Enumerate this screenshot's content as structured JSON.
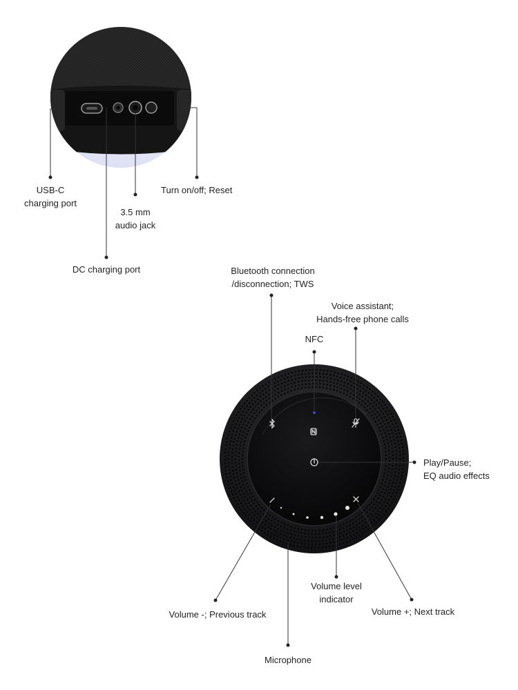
{
  "callouts": {
    "usb_c": {
      "lines": [
        "USB-C",
        "charging port"
      ]
    },
    "dc_port": {
      "lines": [
        "DC charging port"
      ]
    },
    "audio_jack": {
      "lines": [
        "3.5 mm",
        "audio jack"
      ]
    },
    "power": {
      "lines": [
        "Turn on/off; Reset"
      ]
    },
    "bluetooth": {
      "lines": [
        "Bluetooth connection",
        "/disconnection; TWS"
      ]
    },
    "voice": {
      "lines": [
        "Voice assistant;",
        "Hands-free phone calls"
      ]
    },
    "nfc": {
      "lines": [
        "NFC"
      ]
    },
    "play": {
      "lines": [
        "Play/Pause;",
        "EQ audio effects"
      ]
    },
    "volume_level": {
      "lines": [
        "Volume level",
        "indicator"
      ]
    },
    "volume_minus": {
      "lines": [
        "Volume -; Previous track"
      ]
    },
    "volume_plus": {
      "lines": [
        "Volume +; Next track"
      ]
    },
    "microphone": {
      "lines": [
        "Microphone"
      ]
    }
  },
  "colors": {
    "line": "#333333",
    "speaker_body": "#1c1c1e",
    "speaker_top": "#0c0c0e",
    "fabric": "#1e1e1e",
    "nfc_dot": "#2b4fd8",
    "icon": "#d8d8d8"
  },
  "icons": {
    "bluetooth": "bluetooth-icon",
    "voice": "microphone-icon",
    "nfc": "nfc-icon",
    "power": "power-icon",
    "minus": "minus-icon",
    "plus": "plus-icon"
  }
}
